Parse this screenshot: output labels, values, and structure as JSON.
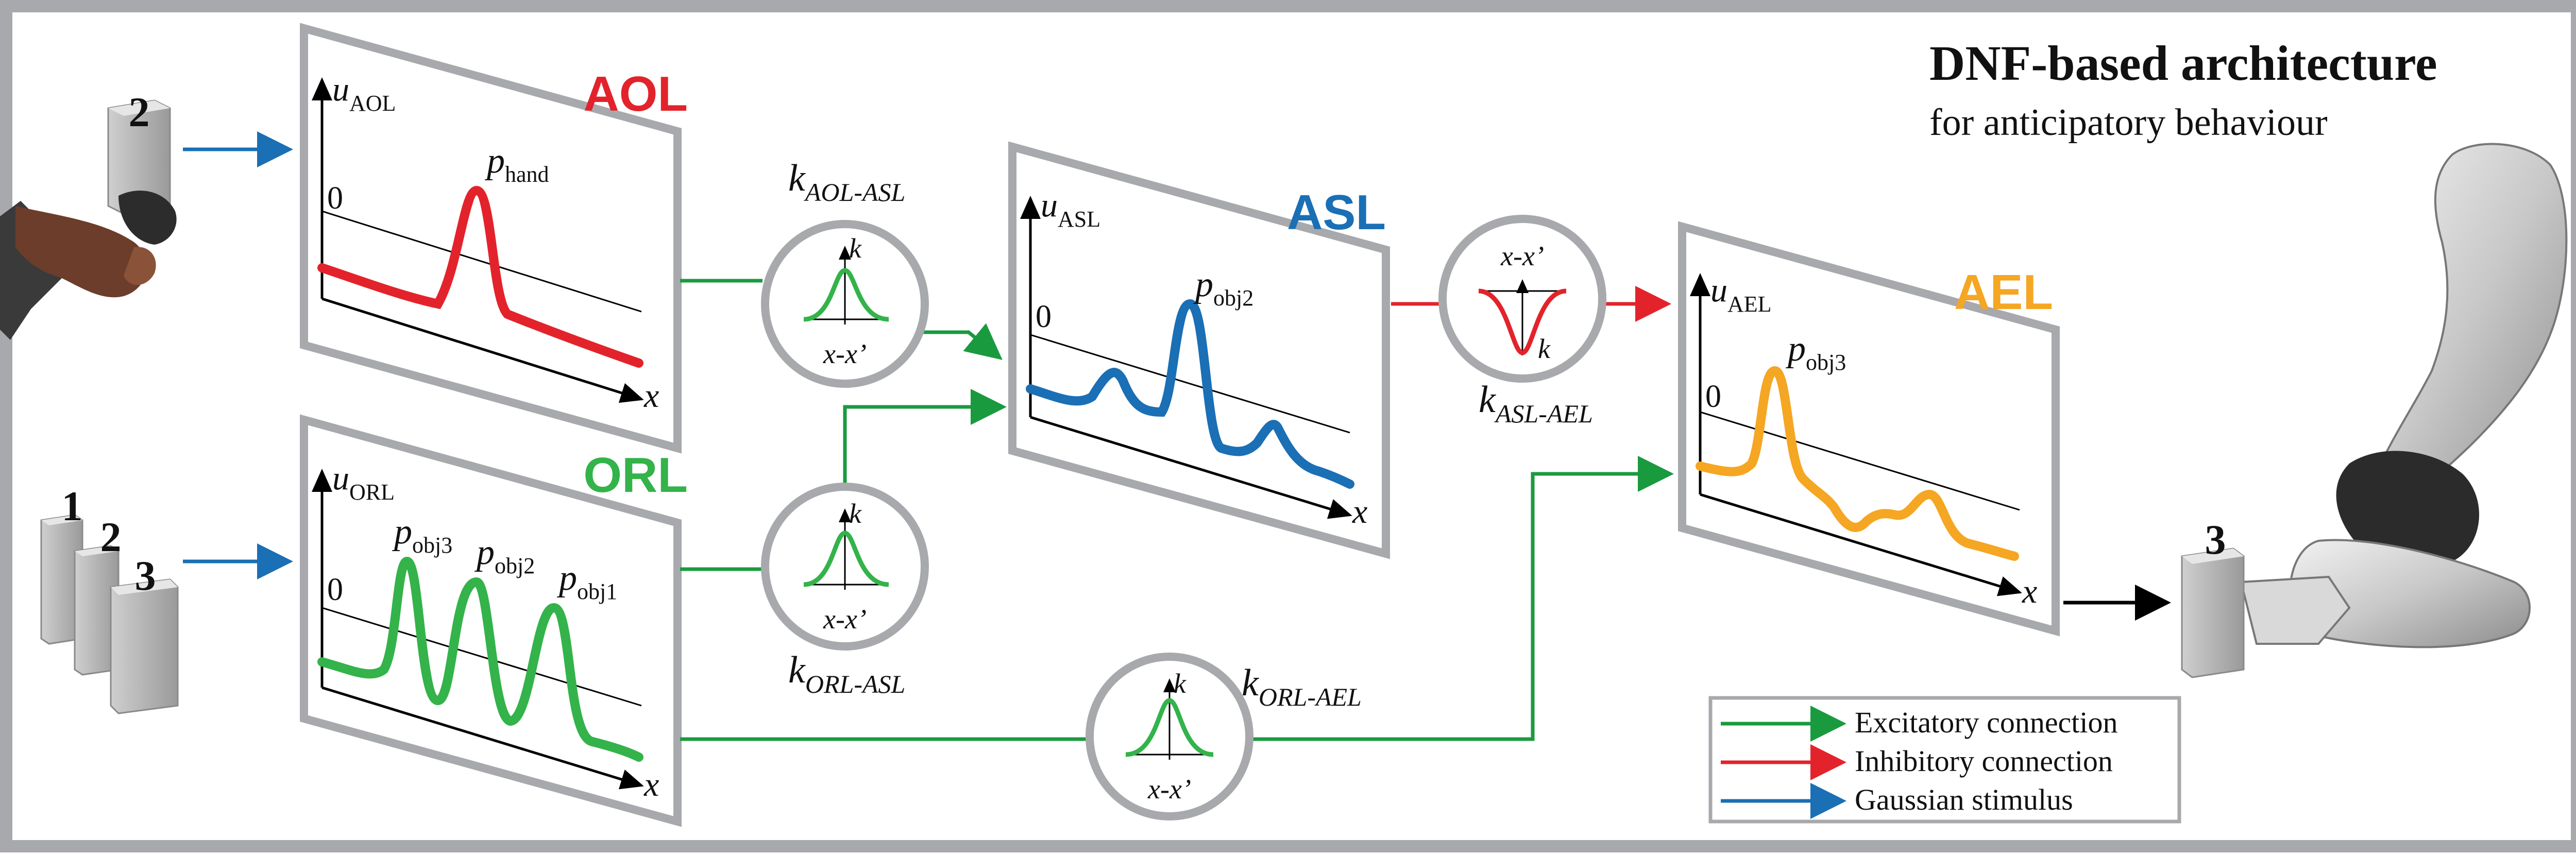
{
  "title": "DNF-based architecture",
  "subtitle": "for anticipatory behaviour",
  "colors": {
    "red": "#e3232b",
    "green": "#33b34a",
    "blue": "#1a6fb5",
    "orange": "#f5a623",
    "frame": "#a7a9ac",
    "excitatory": "#1a9a3f",
    "inhibitory": "#e3232b",
    "stimulus": "#1a6fb5"
  },
  "stimuli": {
    "hand_block": "2",
    "blocks": [
      "1",
      "2",
      "3"
    ],
    "robot_block": "3"
  },
  "fields": {
    "aol": {
      "name": "AOL",
      "u": "u",
      "u_sub": "AOL",
      "zero": "0",
      "x": "x",
      "peaks": [
        {
          "p": "p",
          "sub": "hand"
        }
      ]
    },
    "orl": {
      "name": "ORL",
      "u": "u",
      "u_sub": "ORL",
      "zero": "0",
      "x": "x",
      "peaks": [
        {
          "p": "p",
          "sub": "obj3"
        },
        {
          "p": "p",
          "sub": "obj2"
        },
        {
          "p": "p",
          "sub": "obj1"
        }
      ]
    },
    "asl": {
      "name": "ASL",
      "u": "u",
      "u_sub": "ASL",
      "zero": "0",
      "x": "x",
      "peaks": [
        {
          "p": "p",
          "sub": "obj2"
        }
      ]
    },
    "ael": {
      "name": "AEL",
      "u": "u",
      "u_sub": "AEL",
      "zero": "0",
      "x": "x",
      "peaks": [
        {
          "p": "p",
          "sub": "obj3"
        }
      ]
    }
  },
  "kernels": {
    "aol_asl": {
      "k": "k",
      "sub": "AOL-ASL",
      "axis_k": "k",
      "axis_x": "x-x’"
    },
    "orl_asl": {
      "k": "k",
      "sub": "ORL-ASL",
      "axis_k": "k",
      "axis_x": "x-x’"
    },
    "asl_ael": {
      "k": "k",
      "sub": "ASL-AEL",
      "axis_k": "k",
      "axis_x": "x-x’"
    },
    "orl_ael": {
      "k": "k",
      "sub": "ORL-AEL",
      "axis_k": "k",
      "axis_x": "x-x’"
    }
  },
  "legend": {
    "items": [
      {
        "label": "Excitatory connection",
        "color": "#1a9a3f"
      },
      {
        "label": "Inhibitory connection",
        "color": "#e3232b"
      },
      {
        "label": "Gaussian stimulus",
        "color": "#1a6fb5"
      }
    ]
  }
}
